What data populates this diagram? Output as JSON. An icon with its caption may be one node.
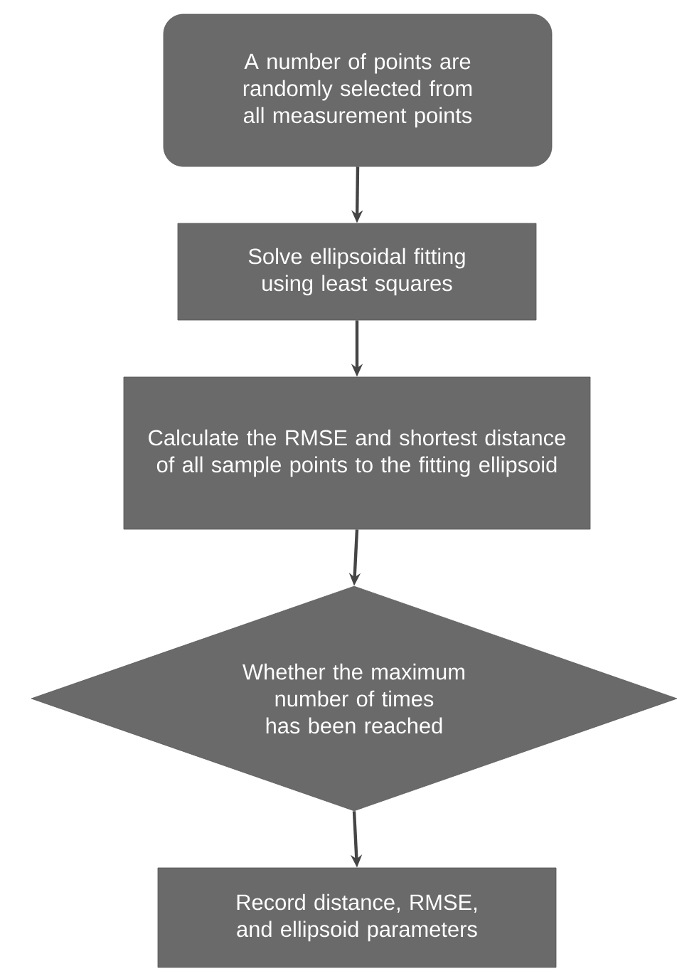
{
  "diagram": {
    "nodes": [
      {
        "text": [
          "A number of points are randomly selected from all measurement points"
        ]
      },
      {
        "text": [
          "Solve ellipsoidal fitting using least squares"
        ]
      },
      {
        "text": [
          "Calculate the RMSE and shortest distance of all sample points to the fitting ellipsoid"
        ]
      },
      {
        "text": [
          "Whether the maximum number of times has been reached"
        ]
      },
      {
        "text": [
          "Record distance, RMSE, and ellipsoid parameters"
        ]
      }
    ],
    "edges": [
      {
        "from": 0,
        "to": 1,
        "arrow": "to"
      },
      {
        "from": 1,
        "to": 2,
        "arrow": "to"
      },
      {
        "from": 2,
        "to": 3,
        "arrow": "to"
      },
      {
        "from": 3,
        "to": 4,
        "arrow": "to"
      }
    ]
  }
}
